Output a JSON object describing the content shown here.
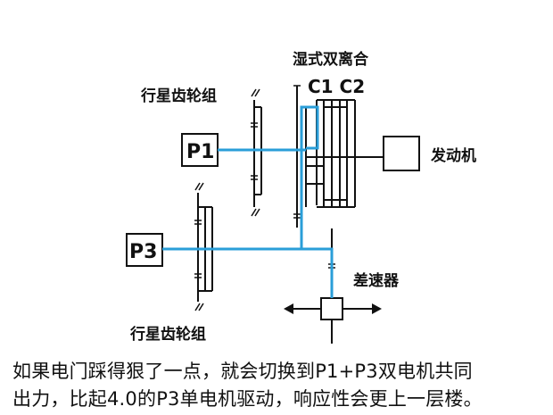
{
  "labels": {
    "dual_clutch": "湿式双离合",
    "clutch_names": "C1 C2",
    "planetary_top": "行星齿轮组",
    "planetary_bottom": "行星齿轮组",
    "engine": "发动机",
    "differential": "差速器",
    "motor_p1": "P1",
    "motor_p3": "P3"
  },
  "caption": {
    "line1": "如果电门踩得狠了一点，就会切换到P1+P3双电机共同",
    "line2": "出力，比起4.0的P3单电机驱动，响应性会更上一层楼。"
  },
  "colors": {
    "power_path": "#2a9ed8",
    "lines": "#111111"
  }
}
